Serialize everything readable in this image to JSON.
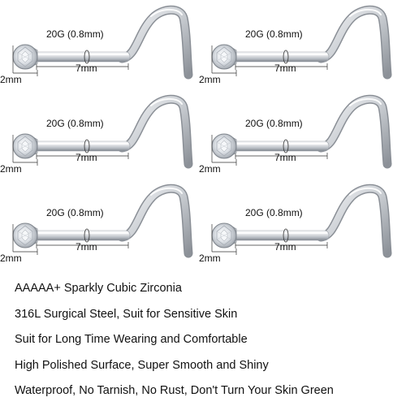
{
  "product": {
    "items": [
      {
        "gauge_label": "20G (0.8mm)",
        "length_label": "7mm",
        "gem_label": "2mm"
      },
      {
        "gauge_label": "20G (0.8mm)",
        "length_label": "7mm",
        "gem_label": "2mm"
      },
      {
        "gauge_label": "20G (0.8mm)",
        "length_label": "7mm",
        "gem_label": "2mm"
      },
      {
        "gauge_label": "20G (0.8mm)",
        "length_label": "7mm",
        "gem_label": "2mm"
      },
      {
        "gauge_label": "20G (0.8mm)",
        "length_label": "7mm",
        "gem_label": "2mm"
      },
      {
        "gauge_label": "20G (0.8mm)",
        "length_label": "7mm",
        "gem_label": "2mm"
      }
    ]
  },
  "features": [
    "AAAAA+ Sparkly Cubic Zirconia",
    "316L Surgical Steel, Suit for Sensitive Skin",
    "Suit for Long Time Wearing and Comfortable",
    "High Polished Surface, Super Smooth and Shiny",
    "Waterproof, No Tarnish, No Rust, Don't Turn Your Skin Green"
  ],
  "colors": {
    "background": "#ffffff",
    "text": "#111111",
    "steel_light": "#f2f3f5",
    "steel_dark": "#8a8f96"
  }
}
